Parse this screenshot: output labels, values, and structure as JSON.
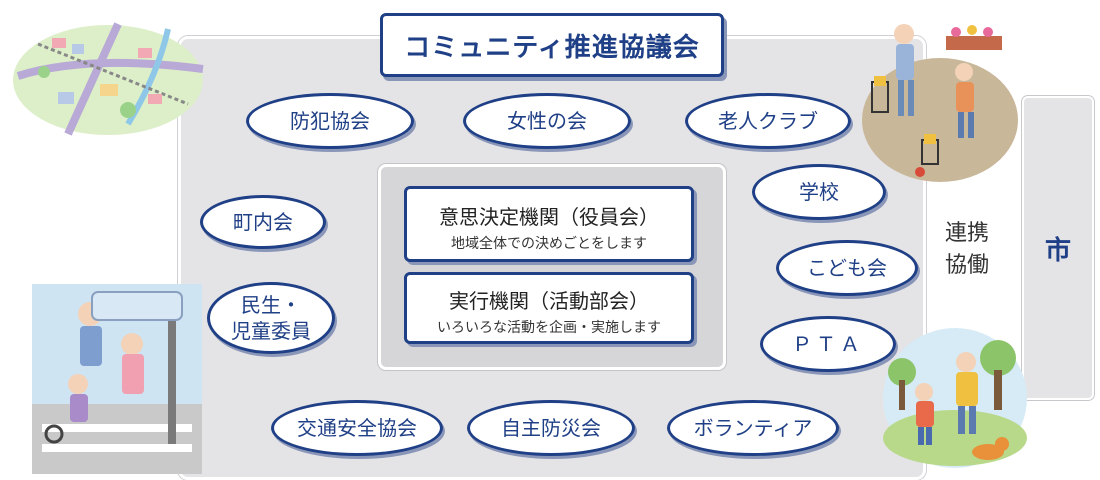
{
  "title": "コミュニティ推進協議会",
  "organizations": {
    "crime_prevention": "防犯協会",
    "womens_association": "女性の会",
    "seniors_club": "老人クラブ",
    "neighborhood_association": "町内会",
    "welfare_commissioners_line1": "民生・",
    "welfare_commissioners_line2": "児童委員",
    "school": "学校",
    "childrens_association": "こども会",
    "pta": "ＰＴＡ",
    "traffic_safety_association": "交通安全協会",
    "voluntary_disaster_prevention": "自主防災会",
    "volunteers": "ボランティア"
  },
  "core": {
    "decision_body": {
      "name": "意思決定機関（役員会）",
      "description": "地域全体での決めごとをします"
    },
    "execution_body": {
      "name": "実行機関（活動部会）",
      "description": "いろいろな活動を企画・実施します"
    }
  },
  "cooperation": {
    "line1": "連携",
    "line2": "協働"
  },
  "city": "市",
  "colors": {
    "accent": "#1f3f86",
    "panel": "#e4e4e6"
  }
}
